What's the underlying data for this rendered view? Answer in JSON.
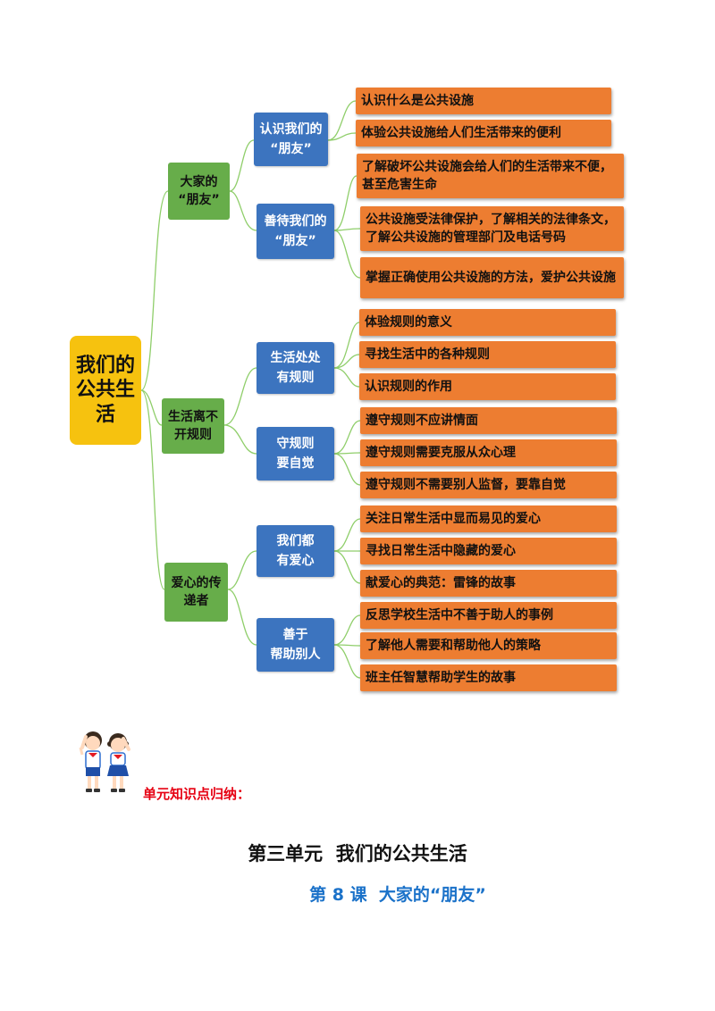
{
  "mindmap": {
    "root": "我们的公共生活",
    "branches": [
      {
        "label": "大家的\n“朋友”",
        "topics": [
          {
            "label": "认识我们的\n“朋友”",
            "items": [
              "认识什么是公共设施",
              "体验公共设施给人们生活带来的便利"
            ]
          },
          {
            "label": "善待我们的\n“朋友”",
            "items": [
              "了解破坏公共设施会给人们的生活带来不便，甚至危害生命",
              "公共设施受法律保护，了解相关的法律条文，了解公共设施的管理部门及电话号码",
              "掌握正确使用公共设施的方法，爱护公共设施"
            ]
          }
        ]
      },
      {
        "label": "生活离不\n开规则",
        "topics": [
          {
            "label": "生活处处\n有规则",
            "items": [
              "体验规则的意义",
              "寻找生活中的各种规则",
              "认识规则的作用"
            ]
          },
          {
            "label": "守规则\n要自觉",
            "items": [
              "遵守规则不应讲情面",
              "遵守规则需要克服从众心理",
              "遵守规则不需要别人监督，要靠自觉"
            ]
          }
        ]
      },
      {
        "label": "爱心的传\n递者",
        "topics": [
          {
            "label": "我们都\n有爱心",
            "items": [
              "关注日常生活中显而易见的爱心",
              "寻找日常生活中隐藏的爱心",
              "献爱心的典范：雷锋的故事"
            ]
          },
          {
            "label": "善于\n帮助别人",
            "items": [
              "反思学校生活中不善于助人的事例",
              "了解他人需要和帮助他人的策略",
              "班主任智慧帮助学生的故事"
            ]
          }
        ]
      }
    ],
    "colors": {
      "root": "#f6c20f",
      "branch": "#67ad4a",
      "topic": "#3c74bf",
      "leaf": "#ed7d31",
      "connector": "#8fce6a"
    }
  },
  "summary_label": "单元知识点归纳：",
  "unit_title": "第三单元  我们的公共生活",
  "lesson_title": "第 8 课  大家的“朋友”",
  "summary_color": "#e60012",
  "lesson_color": "#1b72c9"
}
